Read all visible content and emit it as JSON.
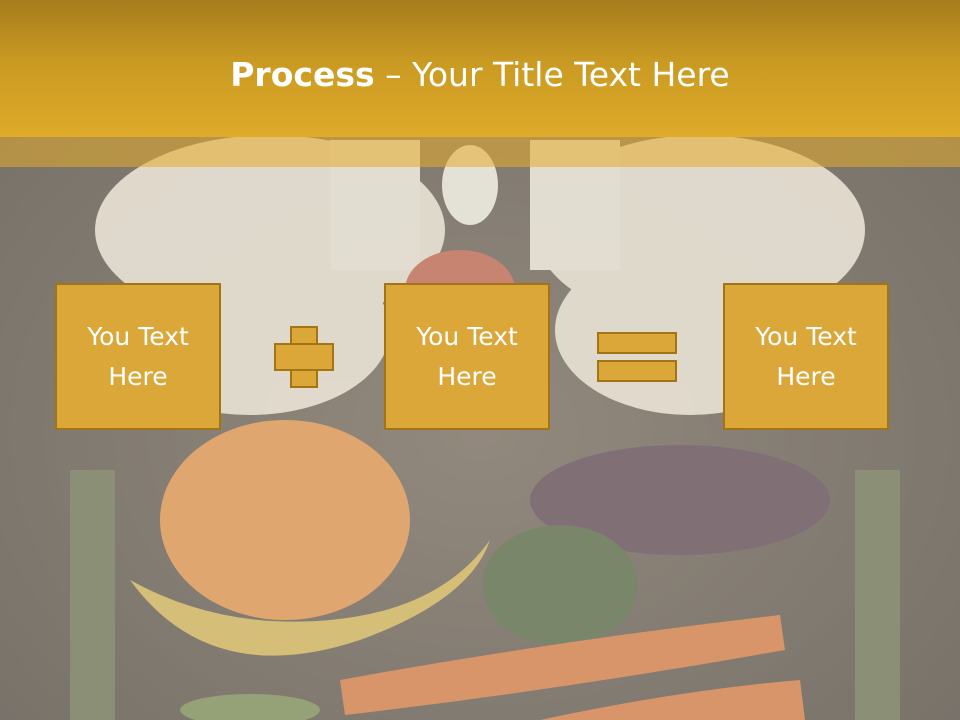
{
  "header": {
    "title_bold": "Process",
    "title_rest": " – Your Title Text Here"
  },
  "boxes": [
    {
      "line1": "You Text",
      "line2": "Here"
    },
    {
      "line1": "You Text",
      "line2": "Here"
    },
    {
      "line1": "You Text",
      "line2": "Here"
    }
  ],
  "operators": {
    "plus": "plus-icon",
    "equals": "equals-icon"
  },
  "colors": {
    "header": "#d9a52a",
    "box_fill": "#dba739",
    "box_border": "#a37413",
    "text": "#ffffff"
  }
}
